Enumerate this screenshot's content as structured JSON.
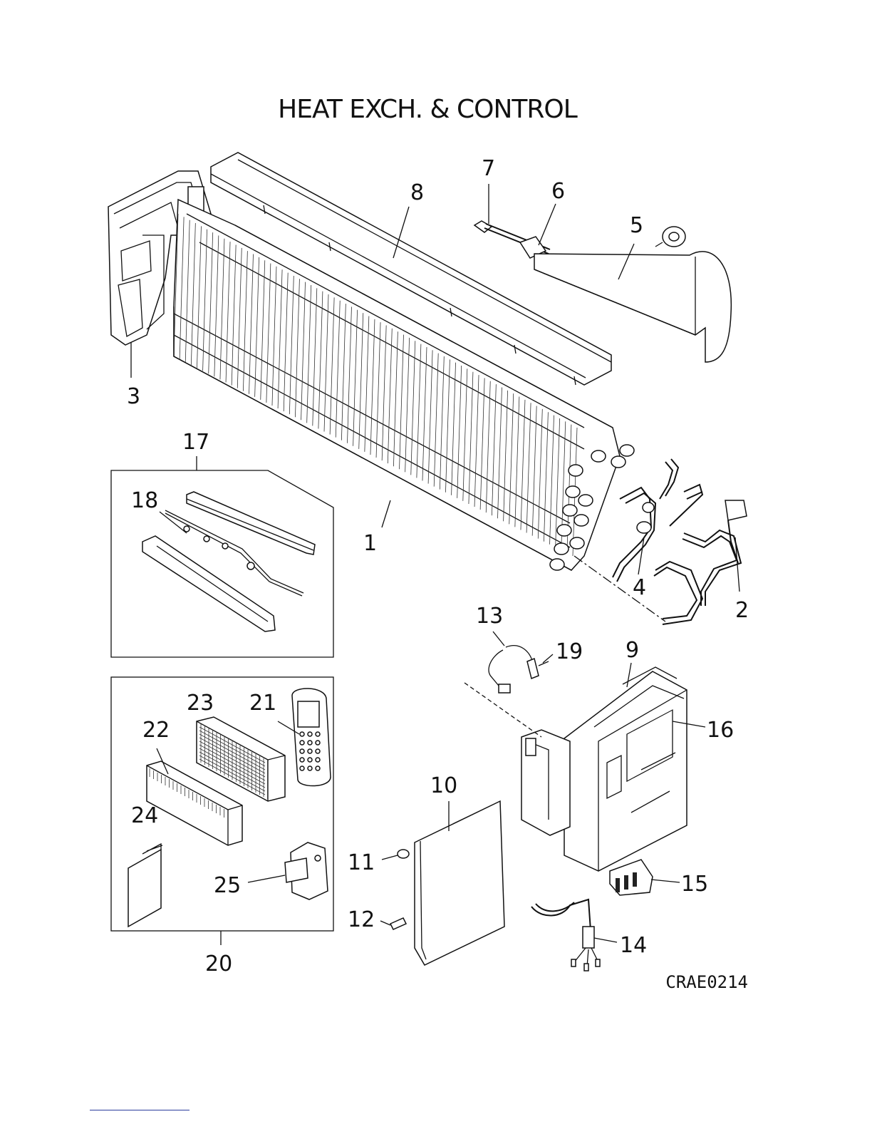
{
  "title": "HEAT EXCH. & CONTROL",
  "drawing_code": "CRAE0214",
  "callouts": [
    "1",
    "2",
    "3",
    "4",
    "5",
    "6",
    "7",
    "8",
    "9",
    "10",
    "11",
    "12",
    "13",
    "14",
    "15",
    "16",
    "17",
    "18",
    "19",
    "20",
    "21",
    "22",
    "23",
    "24",
    "25"
  ]
}
